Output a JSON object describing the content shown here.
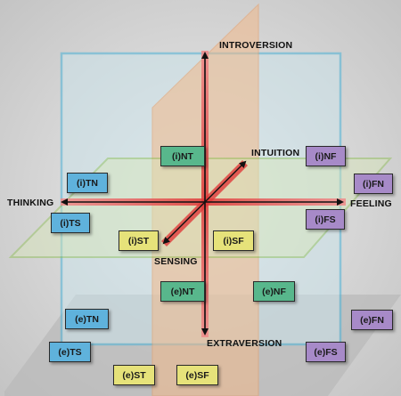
{
  "axes": {
    "introversion": "INTROVERSION",
    "extraversion": "EXTRAVERSION",
    "thinking": "THINKING",
    "feeling": "FEELING",
    "intuition": "INTUITION",
    "sensing": "SENSING"
  },
  "functions": {
    "i_nt": "(i)NT",
    "i_nf": "(i)NF",
    "i_tn": "(i)TN",
    "i_fn": "(i)FN",
    "i_ts": "(i)TS",
    "i_fs": "(i)FS",
    "i_st": "(i)ST",
    "i_sf": "(i)SF",
    "e_nt": "(e)NT",
    "e_nf": "(e)NF",
    "e_tn": "(e)TN",
    "e_fn": "(e)FN",
    "e_ts": "(e)TS",
    "e_fs": "(e)FS",
    "e_st": "(e)ST",
    "e_sf": "(e)SF"
  },
  "colors": {
    "intuitive_thinking": "#58b78c",
    "intuitive_feeling": "#a78ac8",
    "thinking_sensing": "#5fb2dc",
    "sensing_feeling": "#e6e27a",
    "vertical_plane": "#f2b98a",
    "horizontal_plane": "#8cbf4f",
    "frontal_plane": "#4fb4d8",
    "axis_red": "#e03a3a"
  }
}
